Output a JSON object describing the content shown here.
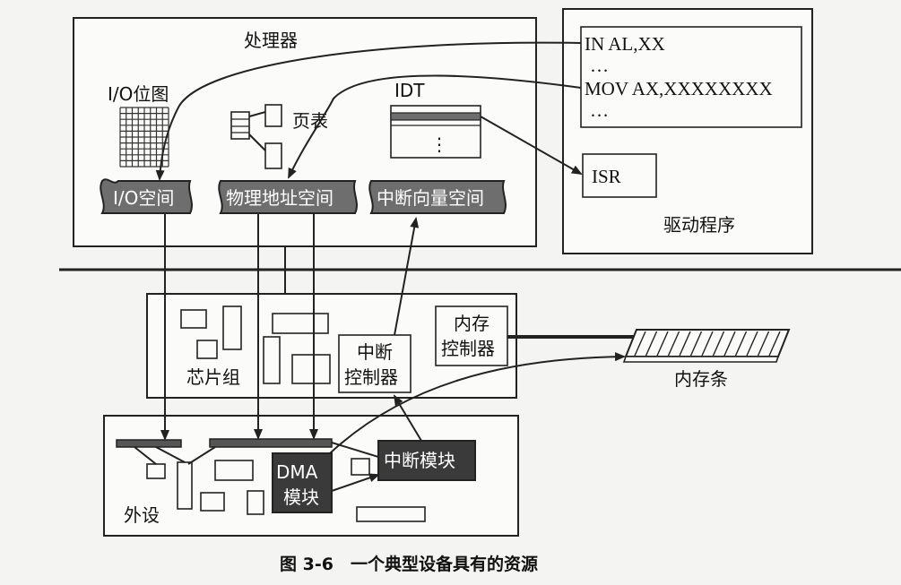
{
  "processor": {
    "title": "处理器",
    "io_bitmap": "I/O位图",
    "page_table": "页表",
    "idt": "IDT",
    "idt_dots": "⋮"
  },
  "spaces": {
    "io": "I/O空间",
    "physical": "物理地址空间",
    "interrupt_vector": "中断向量空间"
  },
  "driver": {
    "title": "驱动程序",
    "code_lines": [
      "IN AL,XX",
      "…",
      "MOV AX,XXXXXXXX",
      "…"
    ],
    "isr": "ISR"
  },
  "chipset": {
    "title": "芯片组",
    "interrupt_controller": [
      "中断",
      "控制器"
    ],
    "memory_controller": [
      "内存",
      "控制器"
    ]
  },
  "memory_stick": "内存条",
  "device": {
    "title": "外设",
    "dma_module": [
      "DMA",
      "模块"
    ],
    "interrupt_module": "中断模块"
  },
  "caption": "图 3-6　一个典型设备具有的资源",
  "colors": {
    "banner": "#6e6e6e",
    "dark_module": "#3a3a3a",
    "grid": "#333333"
  }
}
